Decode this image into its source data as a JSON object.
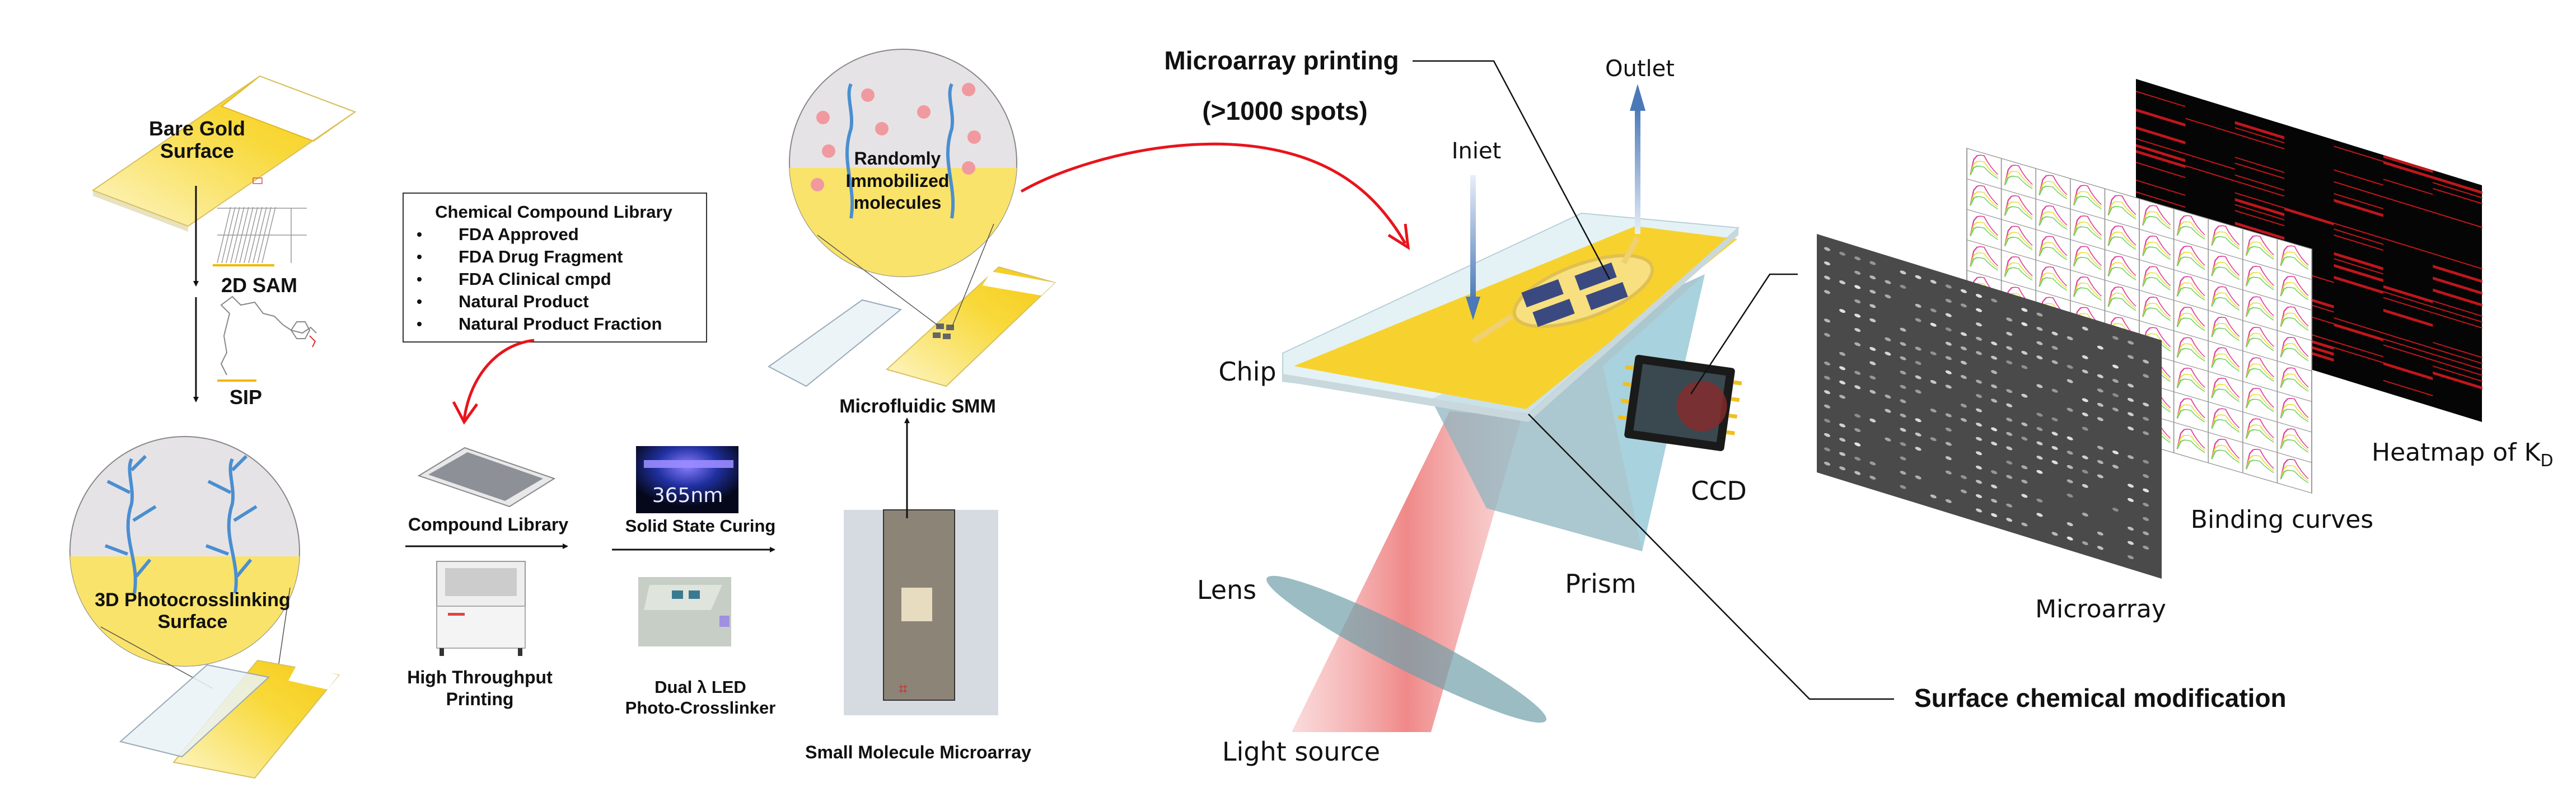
{
  "left": {
    "bare_gold": [
      "Bare Gold",
      "Surface"
    ],
    "sam": "2D SAM",
    "sip": "SIP",
    "photo_surface": [
      "3D Photocrosslinking",
      "Surface"
    ]
  },
  "library_box": {
    "title": "Chemical Compound Library",
    "items": [
      "FDA Approved",
      "FDA Drug Fragment",
      "FDA Clinical cmpd",
      "Natural Product",
      "Natural Product Fraction"
    ]
  },
  "process": {
    "compound_library": "Compound Library",
    "printing": [
      "High Throughput",
      "Printing"
    ],
    "uv_wavelength": "365nm",
    "curing": "Solid State Curing",
    "crosslinker": [
      "Dual λ LED",
      "Photo-Crosslinker"
    ],
    "smm": "Small Molecule Microarray",
    "microfluidic": "Microfluidic SMM",
    "random": [
      "Randomly",
      "Immobilized",
      "molecules"
    ]
  },
  "spr": {
    "printing": "Microarray printing",
    "spots": "(>1000 spots)",
    "inlet": "Iniet",
    "outlet": "Outlet",
    "chip": "Chip",
    "ccd": "CCD",
    "prism": "Prism",
    "lens": "Lens",
    "light_source": "Light source",
    "surface_mod": "Surface chemical modification"
  },
  "output": {
    "microarray": "Microarray",
    "binding_curves": "Binding curves",
    "heatmap_main": "Heatmap of K",
    "heatmap_sub": "D"
  },
  "colors": {
    "gold": "#f7d22e",
    "arrow_red": "#e8141c",
    "dendrimer_blue": "#4a8fd0",
    "heat_red": "#c0161c",
    "curve_pink": "#e0409a",
    "curve_yellow": "#e8e040",
    "curve_green": "#70d060"
  }
}
